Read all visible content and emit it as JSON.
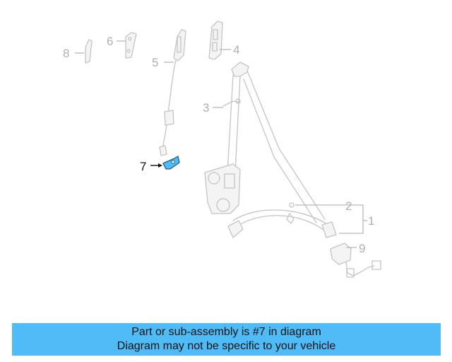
{
  "diagram": {
    "callouts": [
      "1",
      "2",
      "3",
      "4",
      "5",
      "6",
      "7",
      "8",
      "9"
    ],
    "highlighted_part": "7",
    "highlight_color": "#4fbcf7"
  },
  "banner": {
    "line1": "Part or sub-assembly is #7 in diagram",
    "line2": "Diagram may not be specific to your vehicle",
    "background": "#4fbcf7"
  }
}
